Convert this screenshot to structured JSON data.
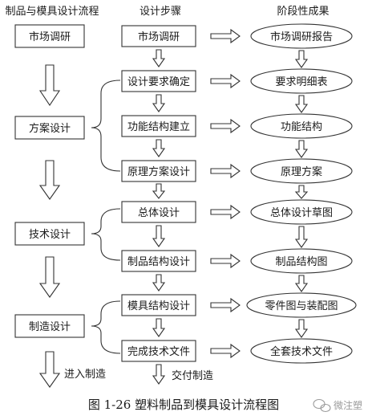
{
  "headers": {
    "left": "制品与模具设计流程",
    "middle": "设计步骤",
    "right": "阶段性成果"
  },
  "phases": [
    "市场调研",
    "方案设计",
    "技术设计",
    "制造设计"
  ],
  "phase_end": "进入制造",
  "steps": [
    "市场调研",
    "设计要求确定",
    "功能结构建立",
    "原理方案设计",
    "总体设计",
    "制品结构设计",
    "模具结构设计",
    "完成技术文件"
  ],
  "step_end": "交付制造",
  "results": [
    "市场调研报告",
    "要求明细表",
    "功能结构",
    "原理方案",
    "总体设计草图",
    "制品结构图",
    "零件图与装配图",
    "全套技术文件"
  ],
  "caption": "图 1-26   塑料制品到模具设计流程图",
  "watermark": "微注塑"
}
